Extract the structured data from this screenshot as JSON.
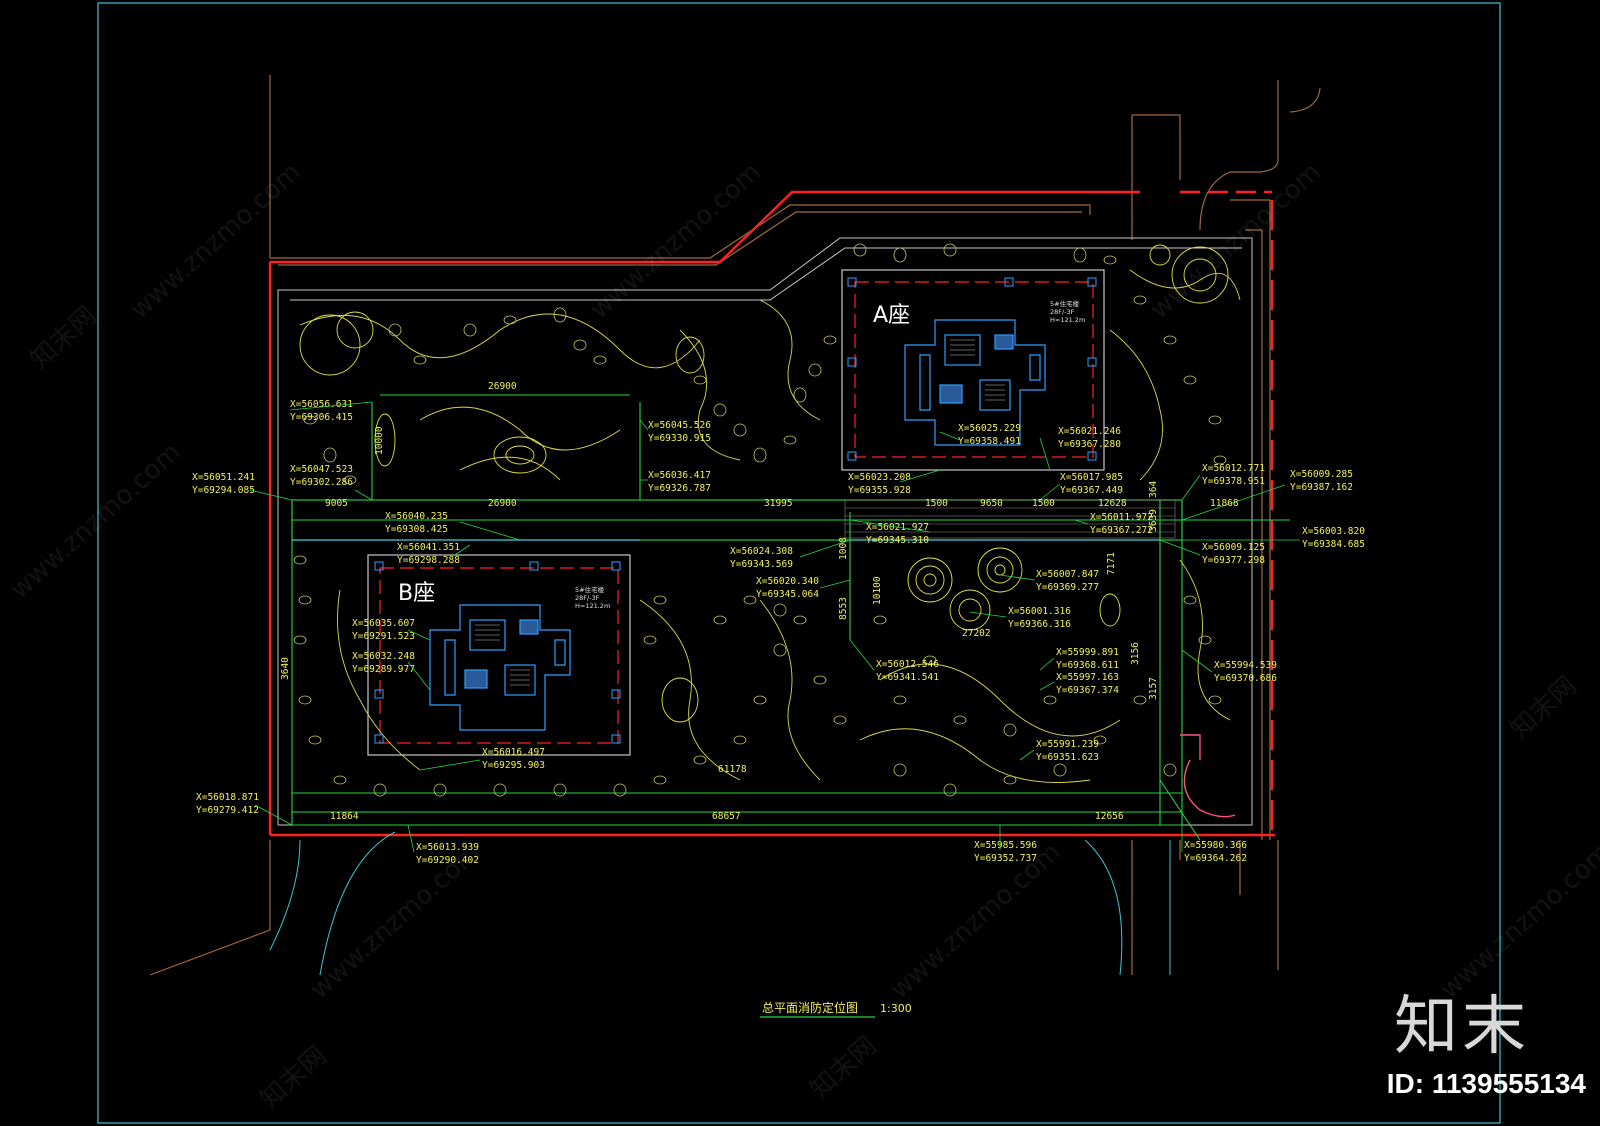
{
  "drawing": {
    "title": "总平面消防定位图",
    "scale": "1:300"
  },
  "buildings": [
    {
      "id": "A",
      "label": "A座",
      "desc": [
        "5#住宅楼",
        "28F/-3F",
        "H=121.2m"
      ]
    },
    {
      "id": "B",
      "label": "B座",
      "desc": [
        "5#住宅楼",
        "28F/-3F",
        "H=121.2m"
      ]
    }
  ],
  "coordinates": [
    {
      "x": "X=56056.631",
      "y": "Y=69306.415"
    },
    {
      "x": "X=56051.241",
      "y": "Y=69294.085"
    },
    {
      "x": "X=56047.523",
      "y": "Y=69302.286"
    },
    {
      "x": "X=56045.526",
      "y": "Y=69330.915"
    },
    {
      "x": "X=56036.417",
      "y": "Y=69326.787"
    },
    {
      "x": "X=56040.235",
      "y": "Y=69308.425"
    },
    {
      "x": "X=56041.351",
      "y": "Y=69298.288"
    },
    {
      "x": "X=56035.607",
      "y": "Y=69291.523"
    },
    {
      "x": "X=56032.248",
      "y": "Y=69289.977"
    },
    {
      "x": "X=56025.229",
      "y": "Y=69358.491"
    },
    {
      "x": "X=56021.246",
      "y": "Y=69367.280"
    },
    {
      "x": "X=56023.208",
      "y": "Y=69355.928"
    },
    {
      "x": "X=56017.985",
      "y": "Y=69367.449"
    },
    {
      "x": "X=56012.771",
      "y": "Y=69378.951"
    },
    {
      "x": "X=56009.285",
      "y": "Y=69387.162"
    },
    {
      "x": "X=56021.927",
      "y": "Y=69345.310"
    },
    {
      "x": "X=56011.972",
      "y": "Y=69367.272"
    },
    {
      "x": "X=56009.125",
      "y": "Y=69377.298"
    },
    {
      "x": "X=56003.820",
      "y": "Y=69384.685"
    },
    {
      "x": "X=56024.308",
      "y": "Y=69343.569"
    },
    {
      "x": "X=56020.340",
      "y": "Y=69345.064"
    },
    {
      "x": "X=56007.847",
      "y": "Y=69369.277"
    },
    {
      "x": "X=56001.316",
      "y": "Y=69366.316"
    },
    {
      "x": "X=56012.546",
      "y": "Y=69341.541"
    },
    {
      "x": "X=55999.891",
      "y": "Y=69368.611"
    },
    {
      "x": "X=55997.163",
      "y": "Y=69367.374"
    },
    {
      "x": "X=55994.539",
      "y": "Y=69370.686"
    },
    {
      "x": "X=55991.239",
      "y": "Y=69351.623"
    },
    {
      "x": "X=56016.497",
      "y": "Y=69295.903"
    },
    {
      "x": "X=56018.871",
      "y": "Y=69279.412"
    },
    {
      "x": "X=56013.939",
      "y": "Y=69290.402"
    },
    {
      "x": "X=55985.596",
      "y": "Y=69352.737"
    },
    {
      "x": "X=55980.366",
      "y": "Y=69364.262"
    }
  ],
  "dimensions": [
    "26900",
    "10000",
    "9005",
    "26900",
    "31995",
    "1500",
    "9650",
    "1500",
    "12628",
    "11868",
    "364",
    "3639",
    "1008",
    "8553",
    "10100",
    "27202",
    "7171",
    "3157",
    "3156",
    "3640",
    "61178",
    "11864",
    "68657",
    "12656"
  ],
  "watermark": {
    "text": "www.znzmo.com",
    "brand": "知末网"
  },
  "logo": "知末",
  "id_label": "ID: 1139555134",
  "colors": {
    "background": "#000000",
    "frame": "#38c8d8",
    "red_line": "#ff2020",
    "green": "#20d840",
    "yellow": "#f2f25a",
    "blue": "#2aa0ff",
    "tan": "#b07a50"
  }
}
